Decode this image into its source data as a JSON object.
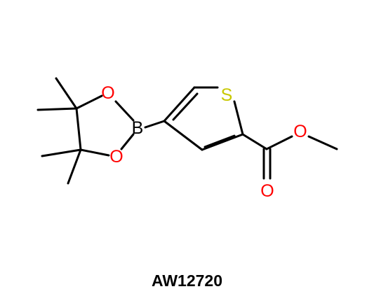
{
  "molecule": {
    "atoms": {
      "sulfur": "S",
      "boron": "B",
      "ring_oxygen_top": "O",
      "ring_oxygen_bottom": "O",
      "ester_oxygen": "O",
      "carbonyl_oxygen": "O"
    },
    "colors": {
      "bond": "#000000",
      "sulfur": "#c8c800",
      "oxygen": "#ff0000",
      "boron": "#000000",
      "caption": "#000000"
    }
  },
  "caption": "AW12720"
}
